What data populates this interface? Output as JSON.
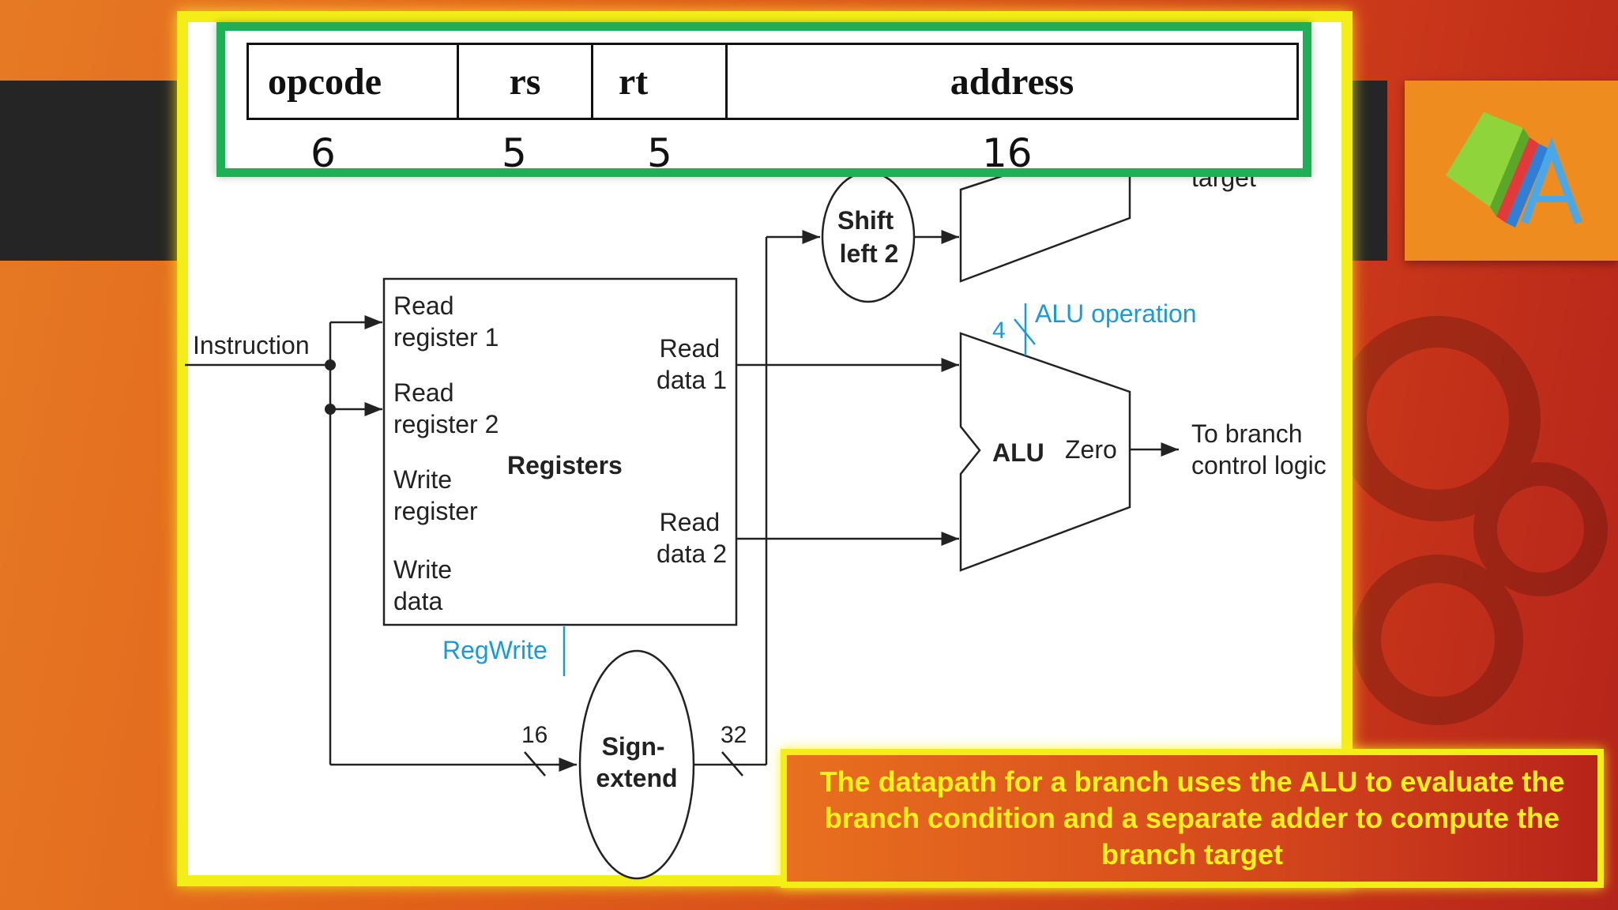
{
  "instruction_format": {
    "fields": [
      "opcode",
      "rs",
      "rt",
      "address"
    ],
    "widths": [
      "6",
      "5",
      "5",
      "16"
    ]
  },
  "diagram": {
    "instruction_label": "Instruction",
    "registers": {
      "title": "Registers",
      "read_reg1": [
        "Read",
        "register 1"
      ],
      "read_reg2": [
        "Read",
        "register 2"
      ],
      "write_reg": [
        "Write",
        "register"
      ],
      "write_data": [
        "Write",
        "data"
      ],
      "read_data1": [
        "Read",
        "data 1"
      ],
      "read_data2": [
        "Read",
        "data 2"
      ]
    },
    "regwrite": "RegWrite",
    "shift": [
      "Shift",
      "left 2"
    ],
    "target_partial": "target",
    "alu_op_width": "4",
    "alu_operation": "ALU operation",
    "alu": "ALU",
    "zero": "Zero",
    "to_branch": [
      "To branch",
      "control logic"
    ],
    "sign_extend": [
      "Sign-",
      "extend"
    ],
    "bits_in": "16",
    "bits_out": "32",
    "colors": {
      "control_blue": "#1a9ad6",
      "line": "#222222"
    }
  },
  "caption": "The datapath for a branch uses the ALU to evaluate the branch condition and a separate adder to compute the branch target"
}
